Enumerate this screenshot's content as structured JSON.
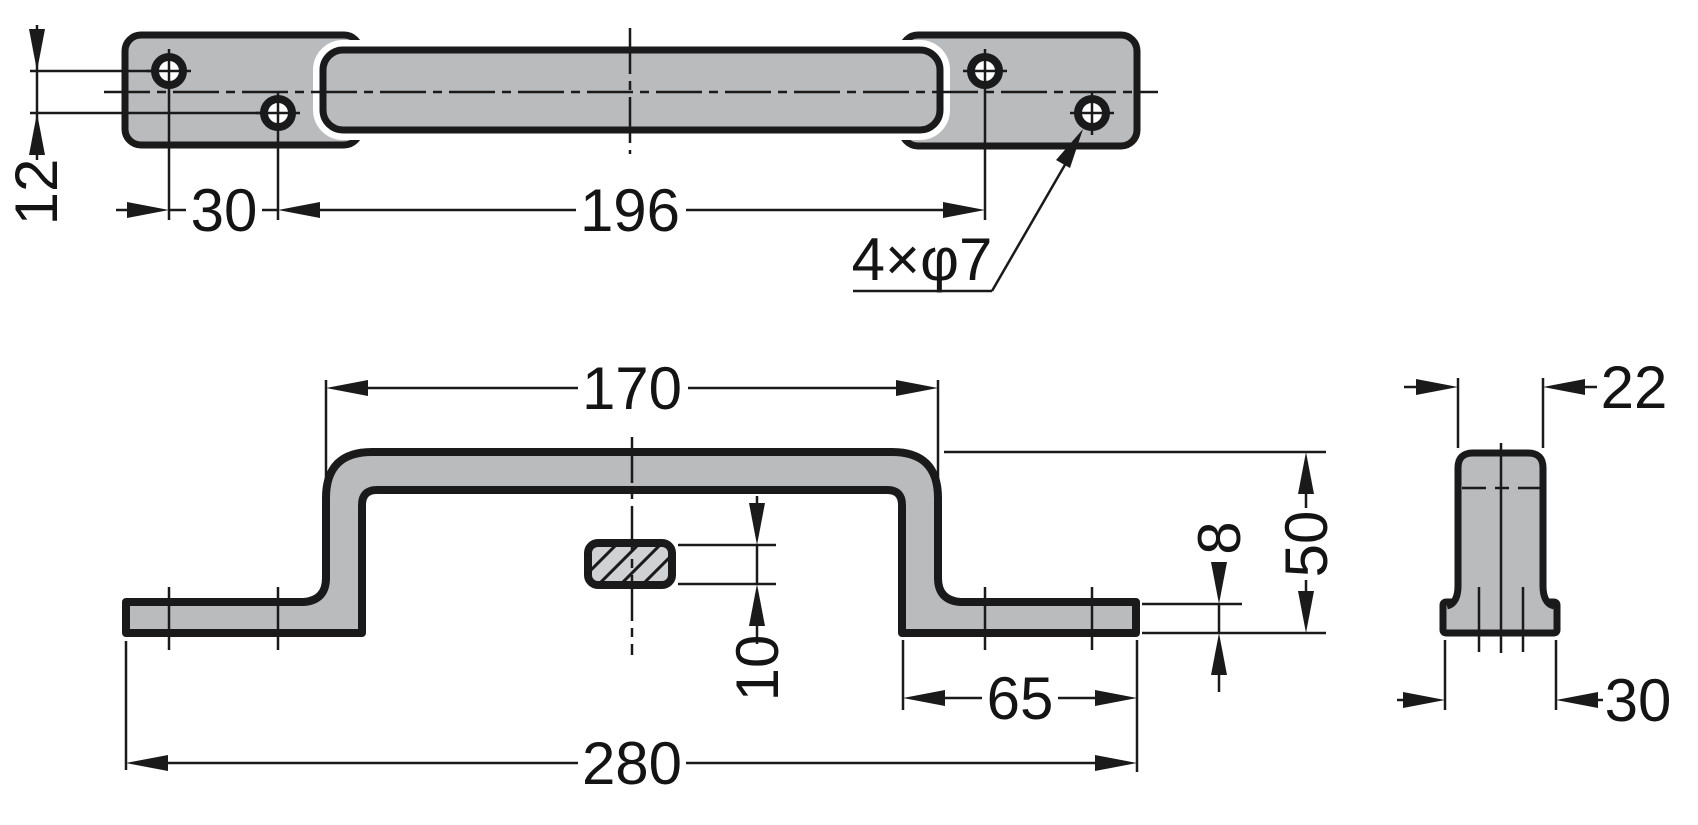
{
  "drawing": {
    "kind": "technical-drawing",
    "part": "handle-pull",
    "colors": {
      "part_fill": "#b9bbbd",
      "section_fill": "#cfd1d2",
      "outline": "#1a1a1a",
      "background": "#ffffff"
    },
    "dimensions": {
      "hole_row_offset": {
        "label": "12"
      },
      "hole_edge_spacing": {
        "label": "30"
      },
      "hole_pitch": {
        "label": "196"
      },
      "holes_note": {
        "label": "4×φ7"
      },
      "grip_outer_width": {
        "label": "170"
      },
      "grip_section_height": {
        "label": "10"
      },
      "base_plate_thickness": {
        "label": "8"
      },
      "overall_height": {
        "label": "50"
      },
      "foot_length": {
        "label": "65"
      },
      "overall_length": {
        "label": "280"
      },
      "grip_section_width": {
        "label": "22"
      },
      "base_width": {
        "label": "30"
      }
    }
  }
}
